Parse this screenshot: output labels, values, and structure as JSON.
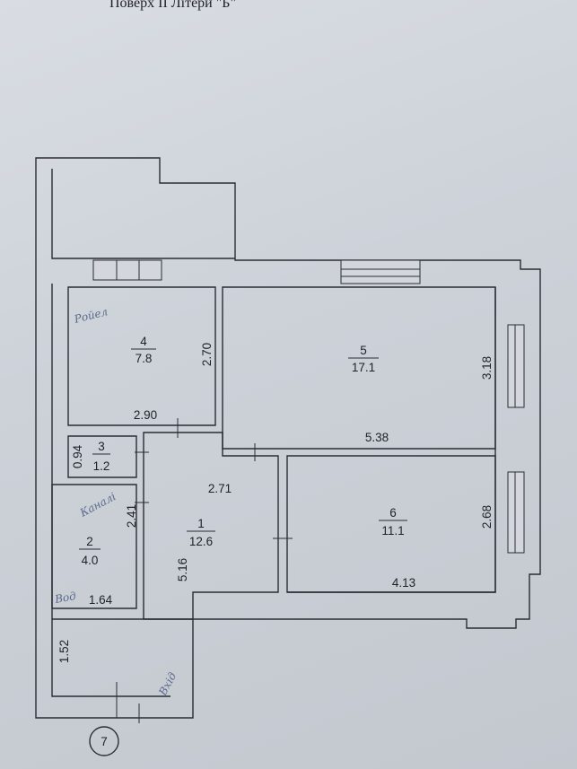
{
  "header": {
    "title": "Поверх II Літери \"Б\""
  },
  "rooms": [
    {
      "number": "4",
      "area": "7.8"
    },
    {
      "number": "5",
      "area": "17.1"
    },
    {
      "number": "3",
      "area": "1.2"
    },
    {
      "number": "2",
      "area": "4.0"
    },
    {
      "number": "1",
      "area": "12.6"
    },
    {
      "number": "6",
      "area": "11.1"
    }
  ],
  "dimensions": [
    "2.70",
    "3.18",
    "2.90",
    "5.38",
    "0.94",
    "2.71",
    "2.41",
    "2.68",
    "5.16",
    "1.64",
    "4.13",
    "1.52"
  ],
  "marker": {
    "label": "7"
  },
  "handwritten": [
    "Ройел",
    "Каналі",
    "Вод",
    "Вхід"
  ],
  "colors": {
    "paper": "#cfd4da",
    "ink": "#2a2d33",
    "pen": "#5a6a8a"
  }
}
